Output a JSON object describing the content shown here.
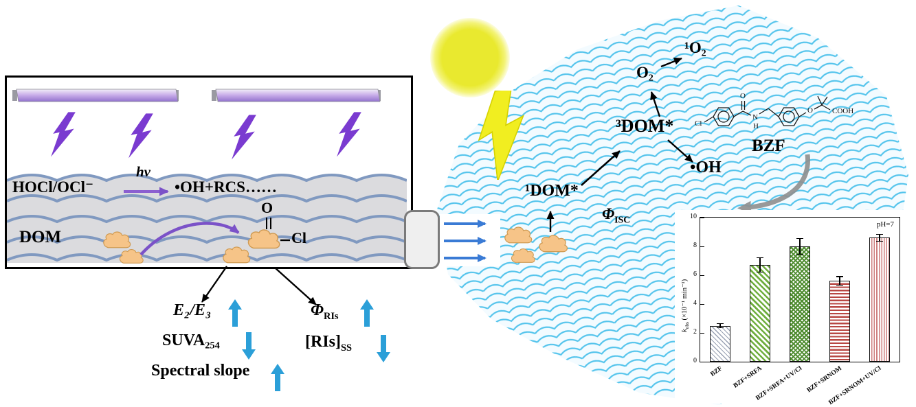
{
  "reactor": {
    "hocl_ocl": "HOCl/OCl⁻",
    "hv": "hν",
    "oh_rcs": "•OH+RCS……",
    "dom": "DOM",
    "carbonyl_o": "O",
    "chloride": "Cl"
  },
  "effects": {
    "e2e3": "E₂/E₃",
    "suva254": "SUVA₂₅₄",
    "spectral_slope": "Spectral slope",
    "phi_base": "Φ",
    "phi_sub": "RIs",
    "ris_base": "[RIs]",
    "ris_sub": "SS"
  },
  "photochem": {
    "singlet_dom": "¹DOM*",
    "triplet_dom": "³DOM*",
    "phi_isc_base": "Φ",
    "phi_isc_sub": "ISC",
    "oxygen": "O₂",
    "singlet_oxygen": "¹O₂",
    "hydroxyl_radical": "•OH",
    "bzf_label": "BZF",
    "structure": {
      "cl": "Cl",
      "carbonyl_o": "O",
      "n": "N",
      "h": "H",
      "ether_o": "O",
      "cooh": "COOH"
    }
  },
  "chart_data": {
    "type": "bar",
    "categories": [
      "BZF",
      "BZF+SRFA",
      "BZF+SRFA+UV/Cl",
      "BZF+SRNOM",
      "BZF+SRNOM+UV/Cl"
    ],
    "values": [
      2.5,
      6.7,
      8.0,
      5.6,
      8.6
    ],
    "errors": [
      0.15,
      0.5,
      0.55,
      0.3,
      0.25
    ],
    "ylabel_base": "k",
    "ylabel_sub": "obs",
    "ylabel_units": " (×10⁻¹ min⁻¹)",
    "ylim": [
      0,
      10
    ],
    "yticks": [
      0,
      2,
      4,
      6,
      8,
      10
    ],
    "annotation": "pH=7",
    "bar_patterns": [
      "gray-diagonal",
      "green-diagonal",
      "green-crosshatch",
      "red-horizontal",
      "pink-vertical"
    ],
    "grid": false,
    "legend": "none"
  }
}
